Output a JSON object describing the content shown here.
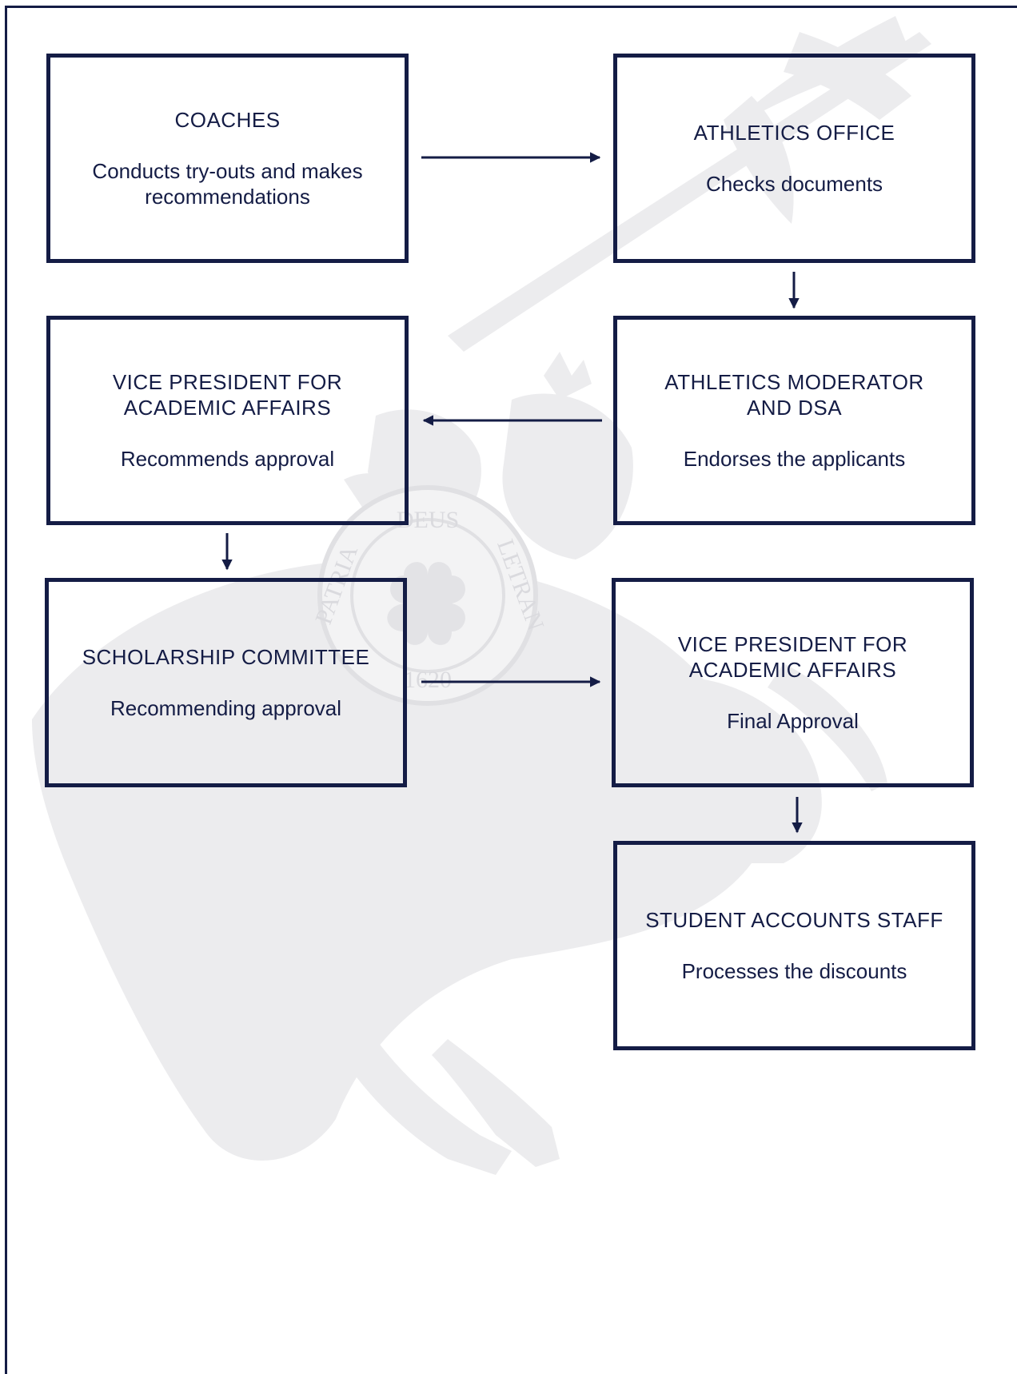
{
  "nodes": [
    {
      "id": "coaches",
      "title": "COACHES",
      "desc": "Conducts try-outs and makes\nrecommendations"
    },
    {
      "id": "athletics-office",
      "title": "ATHLETICS OFFICE",
      "desc": "Checks documents"
    },
    {
      "id": "athletics-moderator",
      "title": "ATHLETICS MODERATOR\nAND DSA",
      "desc": "Endorses the applicants"
    },
    {
      "id": "vp-academic-1",
      "title": "VICE PRESIDENT FOR\nACADEMIC AFFAIRS",
      "desc": "Recommends approval"
    },
    {
      "id": "scholarship-committee",
      "title": "SCHOLARSHIP COMMITTEE",
      "desc": "Recommending approval"
    },
    {
      "id": "vp-academic-2",
      "title": "VICE PRESIDENT FOR\nACADEMIC AFFAIRS",
      "desc": "Final Approval"
    },
    {
      "id": "student-accounts",
      "title": "STUDENT ACCOUNTS STAFF",
      "desc": "Processes the discounts"
    }
  ],
  "edges": [
    {
      "from": "coaches",
      "to": "athletics-office"
    },
    {
      "from": "athletics-office",
      "to": "athletics-moderator"
    },
    {
      "from": "athletics-moderator",
      "to": "vp-academic-1"
    },
    {
      "from": "vp-academic-1",
      "to": "scholarship-committee"
    },
    {
      "from": "scholarship-committee",
      "to": "vp-academic-2"
    },
    {
      "from": "vp-academic-2",
      "to": "student-accounts"
    }
  ],
  "watermark": {
    "seal_top": "DEUS",
    "seal_left": "PATRIA",
    "seal_right": "LETRAN",
    "seal_year": "1620"
  },
  "colors": {
    "primary": "#141c45",
    "watermark": "#e6e6e8"
  }
}
